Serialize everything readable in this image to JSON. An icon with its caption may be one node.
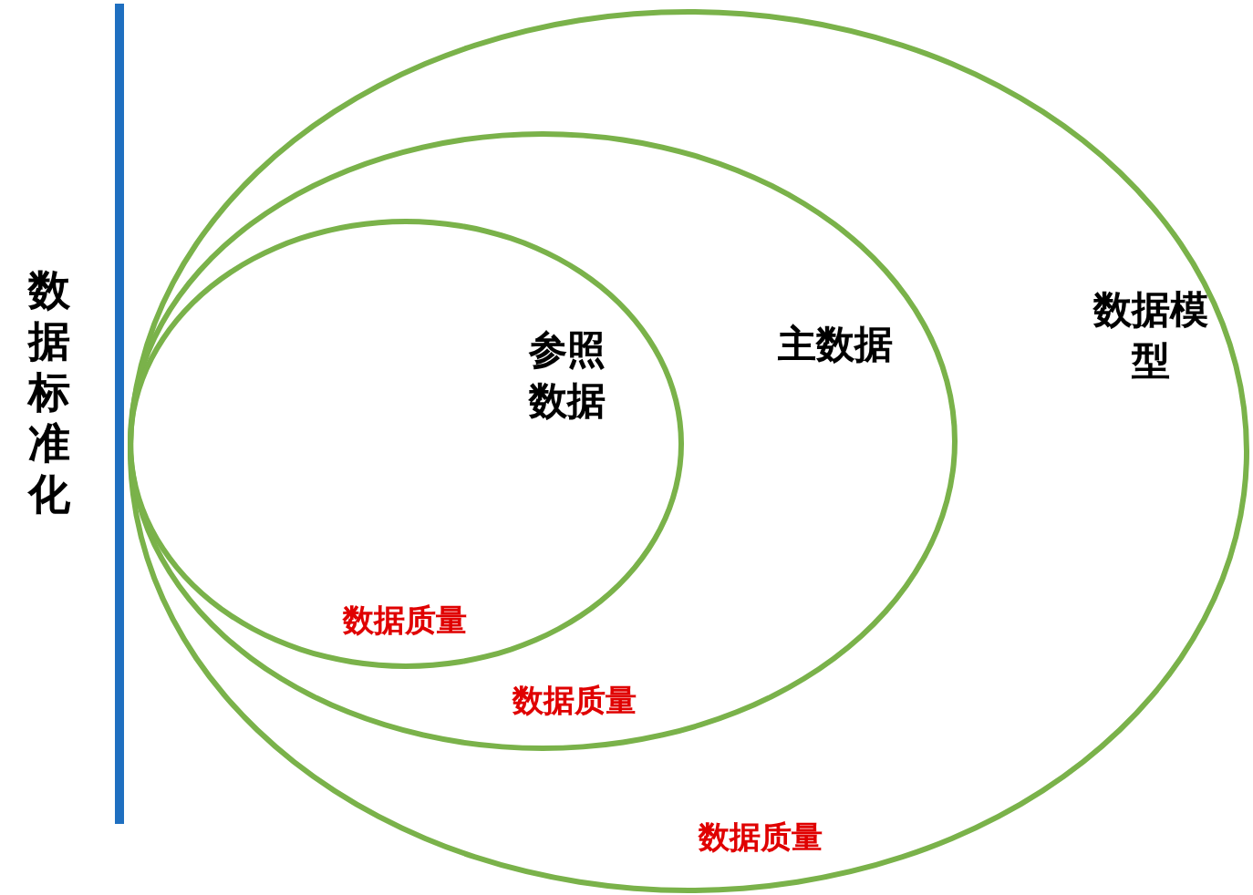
{
  "diagram": {
    "nodes": [
      {
        "text": [
          "数据模型",
          "数据质量"
        ]
      },
      {
        "text": [
          "主数据",
          "数据质量"
        ],
        "in": 0
      },
      {
        "text": [
          "参照数据",
          "数据质量"
        ],
        "in": 1
      }
    ],
    "labels": [
      "数据标准化"
    ]
  }
}
